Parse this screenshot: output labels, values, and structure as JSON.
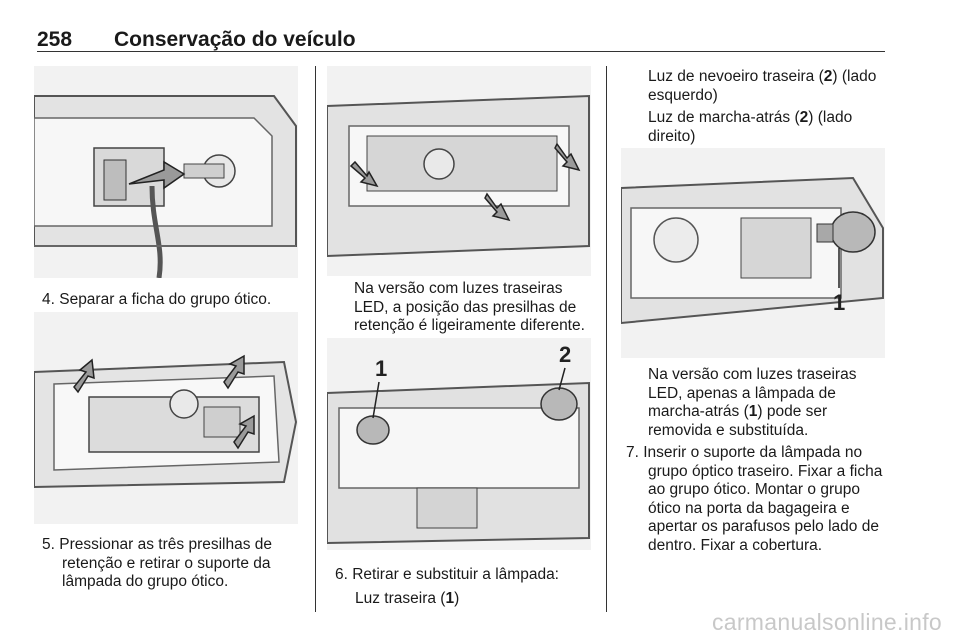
{
  "header": {
    "page_number": "258",
    "section_title": "Conservação do veículo"
  },
  "col1": {
    "step4": "4. Separar a ficha do grupo ótico.",
    "step5_line1": "5. Pressionar as três presilhas de",
    "step5_line2": "retenção e retirar o suporte da",
    "step5_line3": "lâmpada do grupo ótico."
  },
  "col2": {
    "led_note_line1": "Na versão com luzes traseiras",
    "led_note_line2": "LED, a posição das presilhas de",
    "led_note_line3": "retenção é ligeiramente diferente.",
    "fig3_label_1": "1",
    "fig3_label_2": "2",
    "step6": "6. Retirar e substituir a lâmpada:",
    "tail_light_prefix": "Luz traseira (",
    "tail_light_num": "1",
    "tail_light_suffix": ")"
  },
  "col3": {
    "fog_prefix": "Luz de nevoeiro traseira (",
    "fog_num": "2",
    "fog_suffix_line1": ") (lado",
    "fog_line2": "esquerdo)",
    "reverse_prefix": "Luz de marcha-atrás (",
    "reverse_num": "2",
    "reverse_suffix": ") (lado",
    "reverse_line2": "direito)",
    "fig4_label_1": "1",
    "led_line1": "Na versão com luzes traseiras",
    "led_line2": "LED, apenas a lâmpada de",
    "led_line3_prefix": "marcha-atrás (",
    "led_line3_num": "1",
    "led_line3_suffix": ") pode ser",
    "led_line4": "removida e substituída.",
    "step7_line1": "7. Inserir o suporte da lâmpada no",
    "step7_line2": "grupo óptico traseiro. Fixar a ficha",
    "step7_line3": "ao grupo ótico. Montar o grupo",
    "step7_line4": "ótico na porta da bagageira e",
    "step7_line5": "apertar os parafusos pelo lado de",
    "step7_line6": "dentro. Fixar a cobertura."
  },
  "watermark": "carmanualsonline.info"
}
